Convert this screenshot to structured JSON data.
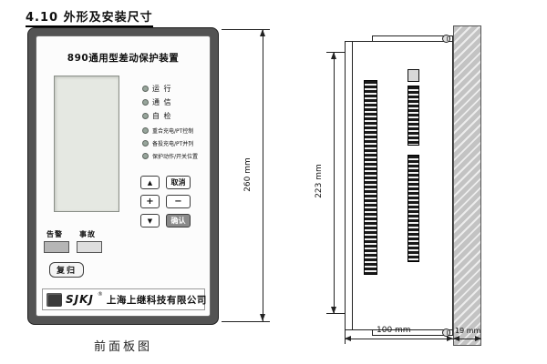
{
  "page": {
    "section_title": "4.10 外形及安装尺寸",
    "front_panel_caption": "前面板图"
  },
  "front_panel": {
    "title": "890通用型差动保护装置",
    "leds": [
      "运  行",
      "通  信",
      "自  检",
      "重合充电/PT控制",
      "备投充电/PT并列",
      "保护动作/开关位置"
    ],
    "keypad": {
      "up": "▲",
      "cancel": "取消",
      "plus": "+",
      "minus": "−",
      "down": "▼",
      "confirm": "确认",
      "reset": "复归"
    },
    "indicators": {
      "alarm": "告警",
      "fault": "事故"
    },
    "brand": {
      "logo": "SJKJ",
      "reg": "®",
      "company": "上海上继科技有限公司"
    }
  },
  "dimensions": {
    "front_height": "260 mm",
    "side_height": "223 mm",
    "depth": "100 mm",
    "panel_gap": "19 mm"
  }
}
